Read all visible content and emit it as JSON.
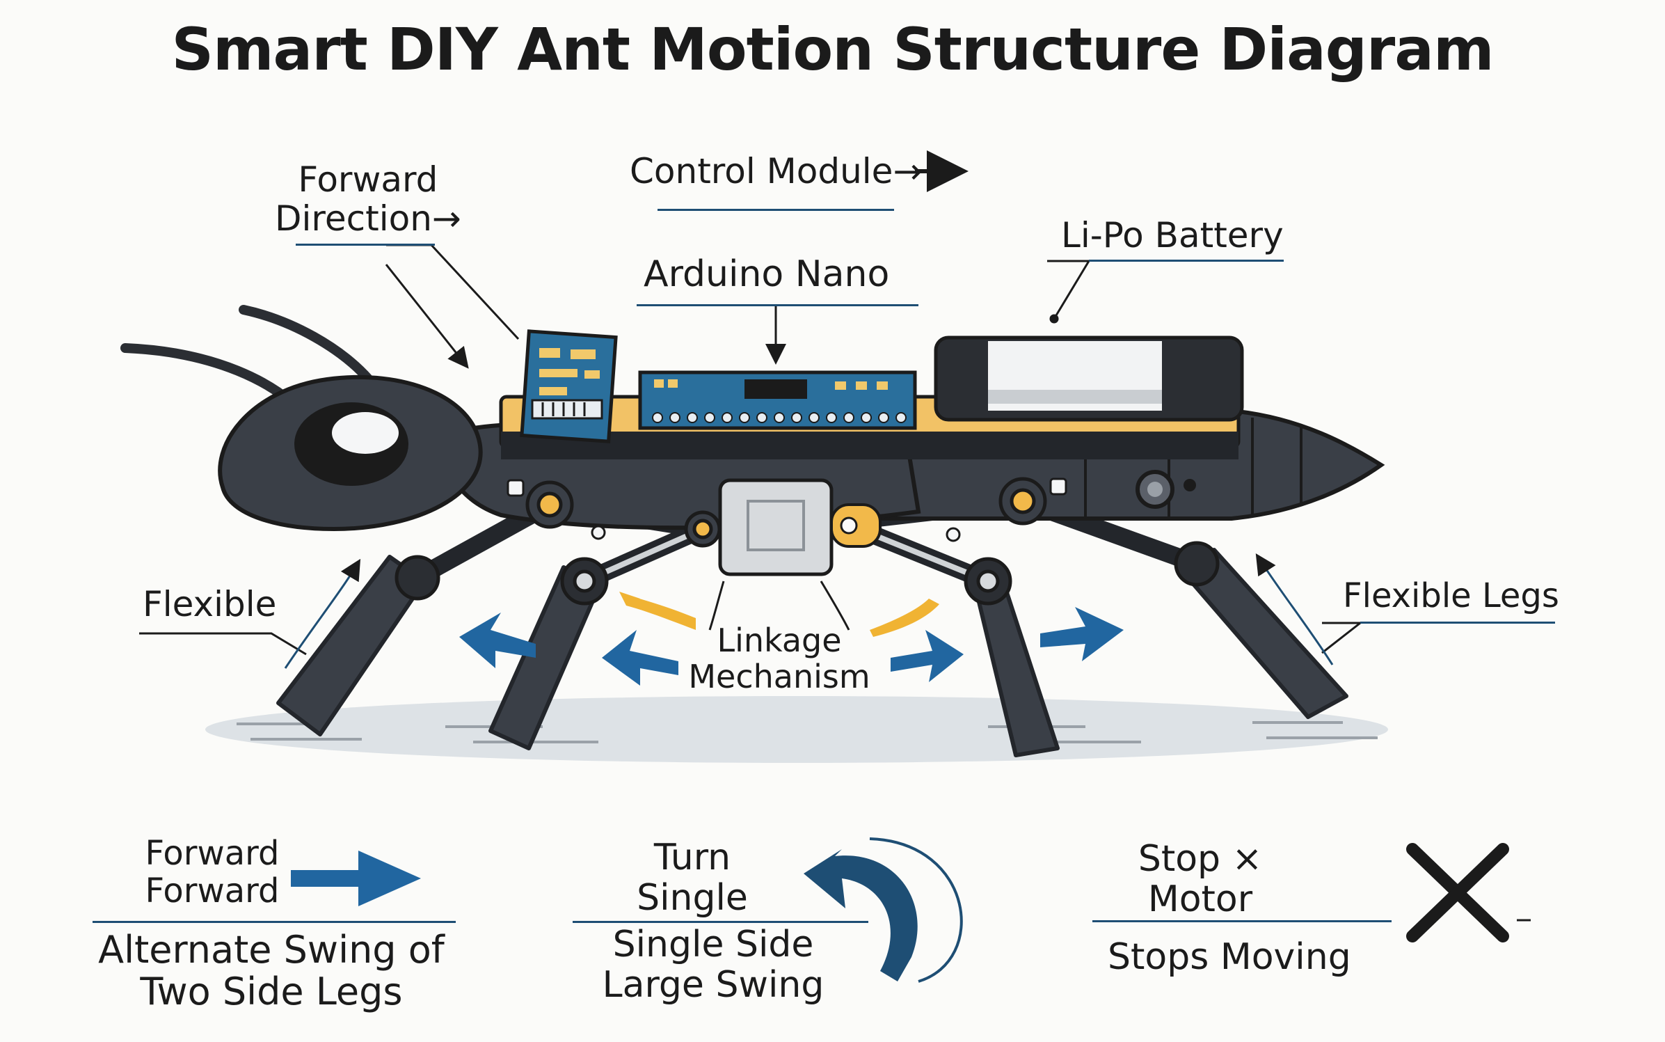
{
  "title": "Smart DIY Ant Motion Structure Diagram",
  "labels": {
    "forward_direction_1": "Forward",
    "forward_direction_2": "Direction→",
    "control_module": "Control Module→",
    "arduino_nano": "Arduino Nano",
    "lipo_battery": "Li-Po Battery",
    "flexible": "Flexible",
    "flexible_legs": "Flexible Legs",
    "linkage_1": "Linkage",
    "linkage_2": "Mechanism"
  },
  "modes": {
    "forward": {
      "line1": "Forward",
      "line2": "Forward",
      "desc1": "Alternate Swing of",
      "desc2": "Two Side Legs"
    },
    "turn": {
      "line1": "Turn",
      "line2": "Single",
      "desc1": "Single Side",
      "desc2": "Large Swing"
    },
    "stop": {
      "line1": "Stop ×",
      "line2": "Motor",
      "desc1": "Stops Moving"
    }
  },
  "colors": {
    "body": "#3a3f47",
    "body_dark": "#23262b",
    "pcb_blue": "#2a6f9c",
    "accent_blue": "#2166a0",
    "accent_yellow": "#f0b333",
    "joint_orange": "#f2b94a",
    "deck_yellow": "#f2c266",
    "rule_navy": "#1e4e74"
  }
}
